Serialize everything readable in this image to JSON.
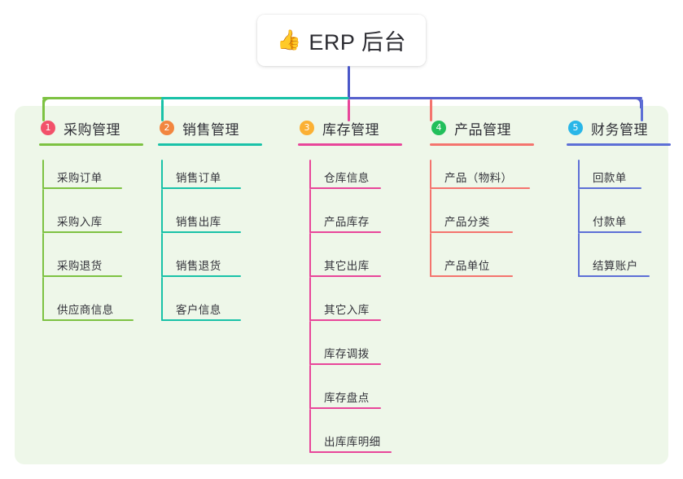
{
  "root": {
    "emoji": "👍",
    "emoji_name": "thumbs-up-icon",
    "label": "ERP 后台"
  },
  "colors": {
    "panel_background": "#eef7e9",
    "page_background": "#ffffff",
    "root_stem": "#4a57c8",
    "bus_left": "#7dc242",
    "bus_mid": "#19c2a8",
    "bus_right": "#5661cd",
    "text": "#33333a"
  },
  "columns": [
    {
      "index": "1",
      "badge_color": "#f2516a",
      "line_color": "#7dc242",
      "stub_color": "#7dc242",
      "title": "采购管理",
      "items": [
        "采购订单",
        "采购入库",
        "采购退货",
        "供应商信息"
      ]
    },
    {
      "index": "2",
      "badge_color": "#f2863f",
      "line_color": "#19c2a8",
      "stub_color": "#19c2a8",
      "title": "销售管理",
      "items": [
        "销售订单",
        "销售出库",
        "销售退货",
        "客户信息"
      ]
    },
    {
      "index": "3",
      "badge_color": "#fbb034",
      "line_color": "#e8469a",
      "stub_color": "#e8469a",
      "title": "库存管理",
      "items": [
        "仓库信息",
        "产品库存",
        "其它出库",
        "其它入库",
        "库存调拨",
        "库存盘点",
        "出库库明细"
      ]
    },
    {
      "index": "4",
      "badge_color": "#22bf5b",
      "line_color": "#f4746e",
      "stub_color": "#f4746e",
      "title": "产品管理",
      "items": [
        "产品（物料）",
        "产品分类",
        "产品单位"
      ]
    },
    {
      "index": "5",
      "badge_color": "#29b6e8",
      "line_color": "#5d6fd6",
      "stub_color": "#5d6fd6",
      "title": "财务管理",
      "items": [
        "回款单",
        "付款单",
        "结算账户"
      ]
    }
  ]
}
